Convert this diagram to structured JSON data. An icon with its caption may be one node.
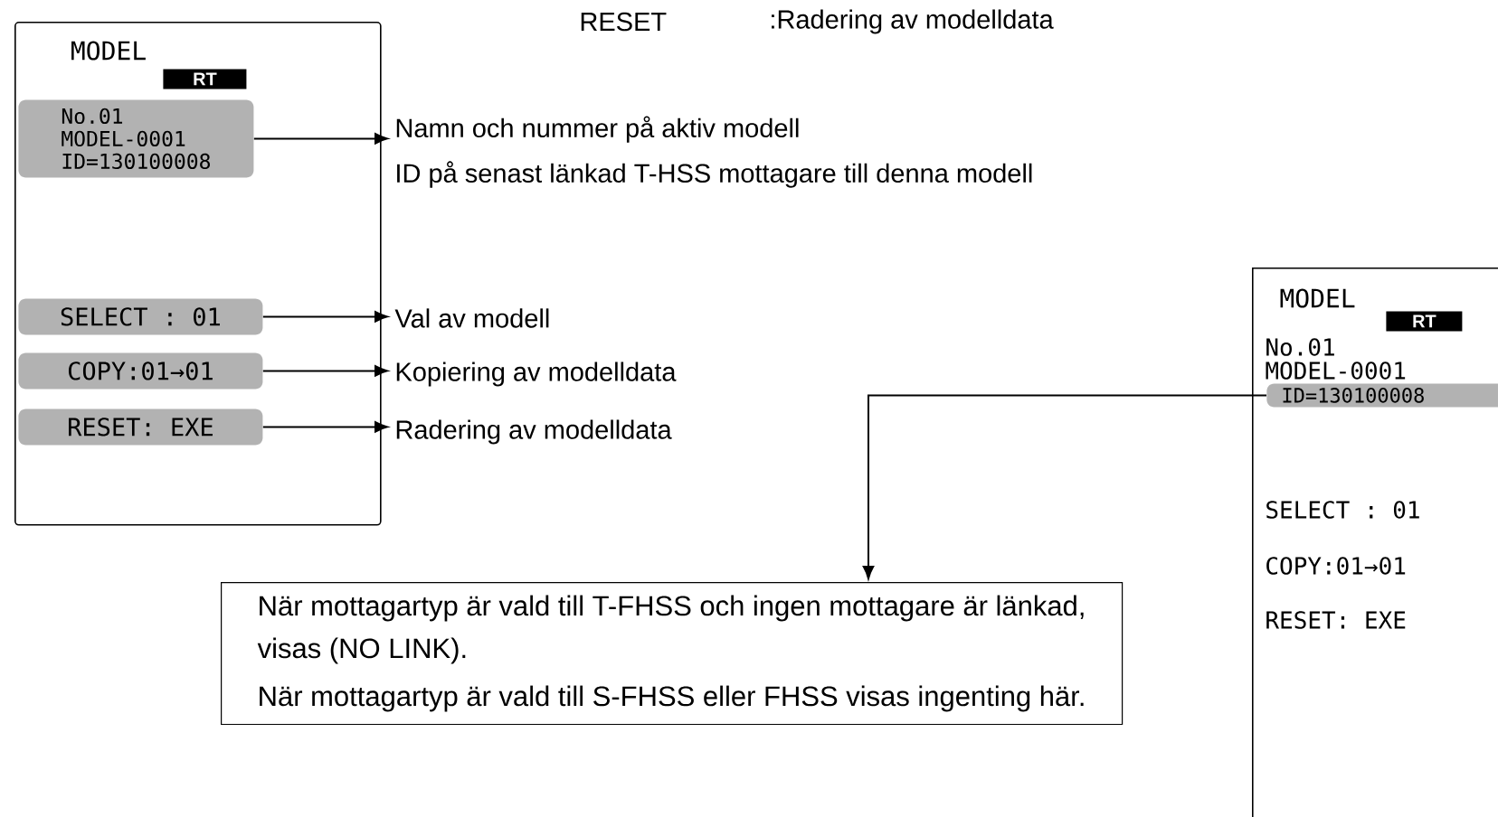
{
  "diagram": {
    "nodes": [
      {
        "text": [
          "MODEL"
        ]
      },
      {
        "text": [
          "RT"
        ],
        "in": 0
      },
      {
        "text": [
          "No.01",
          "MODEL-0001",
          "ID=130100008"
        ],
        "in": 0
      },
      {
        "text": [
          "SELECT : 01"
        ],
        "in": 0
      },
      {
        "text": [
          "COPY:01→01"
        ],
        "in": 0
      },
      {
        "text": [
          "RESET: EXE"
        ],
        "in": 0
      },
      {
        "text": [
          "Namn och nummer på aktiv modell",
          "ID på senast länkad T-HSS mottagare till denna modell"
        ]
      },
      {
        "text": [
          "Val av modell"
        ]
      },
      {
        "text": [
          "Kopiering av modelldata"
        ]
      },
      {
        "text": [
          "Radering av modelldata"
        ]
      },
      {
        "text": [
          "När mottagartyp är vald till T-FHSS och ingen mottagare är länkad, visas (NO LINK).",
          "När mottagartyp är vald till S-FHSS eller FHSS visas ingenting här."
        ]
      },
      {
        "text": [
          "MODEL",
          "No.01",
          "MODEL-0001",
          "SELECT : 01",
          "COPY:01→01",
          "RESET: EXE"
        ]
      },
      {
        "text": [
          "RT"
        ],
        "in": 11
      },
      {
        "text": [
          "ID=130100008"
        ],
        "in": 11
      }
    ],
    "edges": [
      {
        "from": 2,
        "to": 6,
        "arrow": "to"
      },
      {
        "from": 3,
        "to": 7,
        "arrow": "to"
      },
      {
        "from": 4,
        "to": 8,
        "arrow": "to"
      },
      {
        "from": 5,
        "to": 9,
        "arrow": "to"
      },
      {
        "from": 13,
        "to": 10,
        "arrow": "to"
      }
    ],
    "labels": [
      "RESET",
      ":Radering av modelldata"
    ]
  }
}
